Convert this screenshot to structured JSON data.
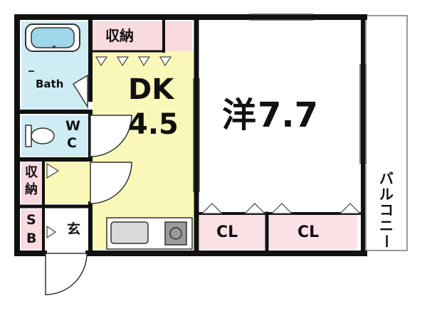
{
  "rooms": {
    "bath": "Bath",
    "storage_top": "収納",
    "dk_name": "DK",
    "dk_size": "4.5",
    "western_name": "洋",
    "western_size": "7.7",
    "wc_line1": "W",
    "wc_line2": "C",
    "storage_left_line1": "収",
    "storage_left_line2": "納",
    "sb_line1": "S",
    "sb_line2": "B",
    "entrance": "玄",
    "closet_left": "CL",
    "closet_right": "CL",
    "balcony_chars": [
      "バ",
      "ル",
      "コ",
      "ニ",
      "ー"
    ]
  },
  "colors": {
    "wall": "#111111",
    "wet_area": "#cfecf4",
    "dk_floor": "#f9f8b8",
    "storage": "#f8dadf",
    "closet": "#fbe2e6",
    "white": "#ffffff"
  }
}
